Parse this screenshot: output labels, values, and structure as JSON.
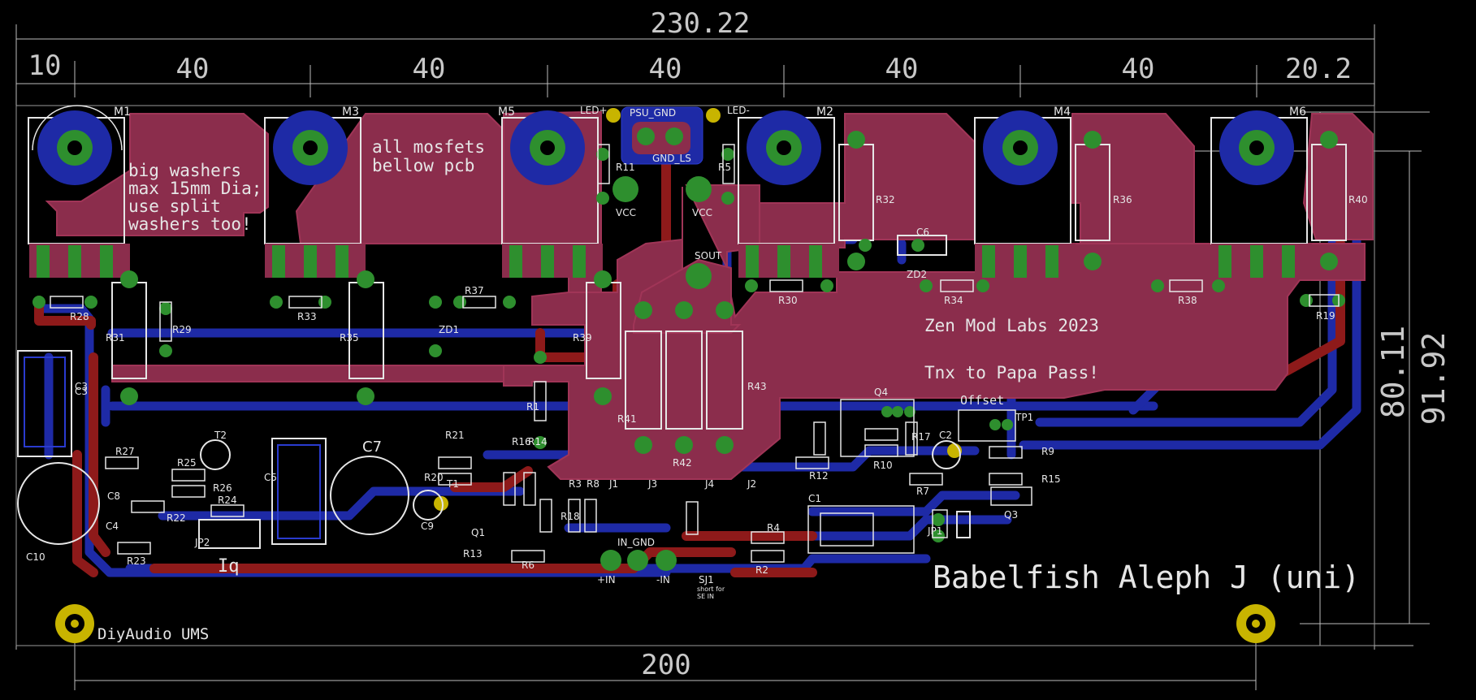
{
  "dimensions": {
    "total_width": "230.22",
    "segments": [
      "10",
      "40",
      "40",
      "40",
      "40",
      "40",
      "20.2"
    ],
    "bottom": "200",
    "height_outer": "91.92",
    "height_inner": "80.11"
  },
  "texts": {
    "washers": [
      "big washers",
      "max 15mm Dia;",
      "use split",
      "washers too!"
    ],
    "mosfets": [
      "all mosfets",
      "bellow pcb"
    ],
    "brand": "Zen Mod Labs 2023",
    "thanks": "Tnx to Papa Pass!",
    "title": "Babelfish Aleph J (uni)",
    "diyaudio": "DiyAudio UMS",
    "iq": "Iq",
    "offset": "Offset"
  },
  "connectors": {
    "psu_gnd": "PSU_GND",
    "gnd_ls": "GND_LS",
    "led_plus": "LED+",
    "led_minus": "LED-",
    "vcc_left": "VCC",
    "vcc_right": "VCC",
    "sout": "SOUT",
    "in_gnd": "IN_GND",
    "in_plus": "+IN",
    "in_minus": "-IN",
    "sj1": "SJ1",
    "short_note": [
      "short for",
      "SE IN"
    ]
  },
  "mosfets": [
    "M1",
    "M3",
    "M5",
    "M2",
    "M4",
    "M6"
  ],
  "components": [
    "R28",
    "R31",
    "R29",
    "R33",
    "R35",
    "R37",
    "ZD1",
    "R39",
    "R30",
    "R32",
    "C6",
    "ZD2",
    "R34",
    "R36",
    "R38",
    "R40",
    "R19",
    "R41",
    "R42",
    "R43",
    "R1",
    "R11",
    "R5",
    "C3",
    "R27",
    "R25",
    "R24",
    "R26",
    "R22",
    "R23",
    "C8",
    "C4",
    "JP2",
    "T2",
    "C10",
    "C5",
    "C7",
    "R21",
    "R20",
    "T1",
    "C9",
    "R16",
    "R14",
    "R18",
    "R3",
    "R8",
    "R6",
    "J1",
    "J3",
    "J4",
    "J2",
    "R13",
    "R10",
    "C1",
    "R4",
    "R2",
    "JP1",
    "Q4",
    "R17",
    "C2",
    "R9",
    "R15",
    "R7",
    "R12",
    "Q3",
    "TP1",
    "Q1",
    "C3"
  ]
}
